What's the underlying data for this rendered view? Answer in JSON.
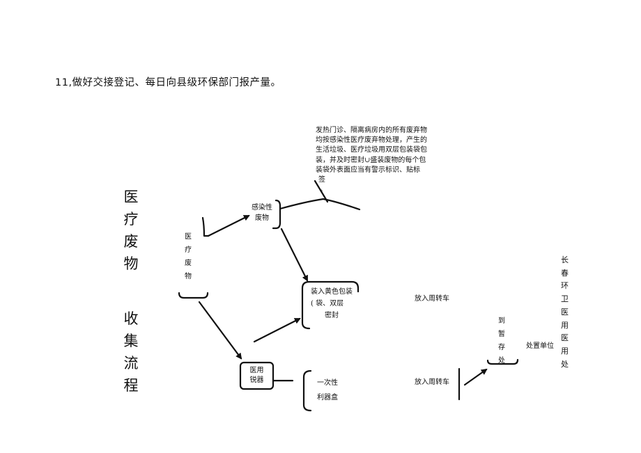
{
  "intro_line": "11,做好交接登记、每日向县级环保部门报产量。",
  "note_lines": [
    "发热门诊、隔离病房内的所有废弃物",
    "均按感染性医疗废弃物处理，产生的",
    "生活垃圾、医疗垃圾用双层包装袋包",
    "装，并及时密封∪盛装废物的每个包",
    "装袋外表面应当有警示标识、贴标",
    "签",
    "。"
  ],
  "title_vertical": [
    "医",
    "疗",
    "废",
    "物",
    "收",
    "集",
    "流",
    "程"
  ],
  "medical_waste_vertical": [
    "医",
    "疗",
    "废",
    "物"
  ],
  "infectious_waste": [
    "感染性",
    "废物"
  ],
  "yellow_bag": [
    "装入黄色包装",
    "( 袋、双层",
    "密封"
  ],
  "sharps_device": [
    "医用",
    "锐器"
  ],
  "sharps_box": [
    "一次性",
    "利器盒"
  ],
  "transfer_cart_1": "放入周转车",
  "transfer_cart_2": "放入周转车",
  "temp_storage_vertical": [
    "到",
    "暂",
    "存",
    "处"
  ],
  "disposal_unit": "处置单位",
  "right_vertical": [
    "长",
    "春",
    "环",
    "卫",
    "医",
    "用",
    "医",
    "用",
    "处"
  ]
}
